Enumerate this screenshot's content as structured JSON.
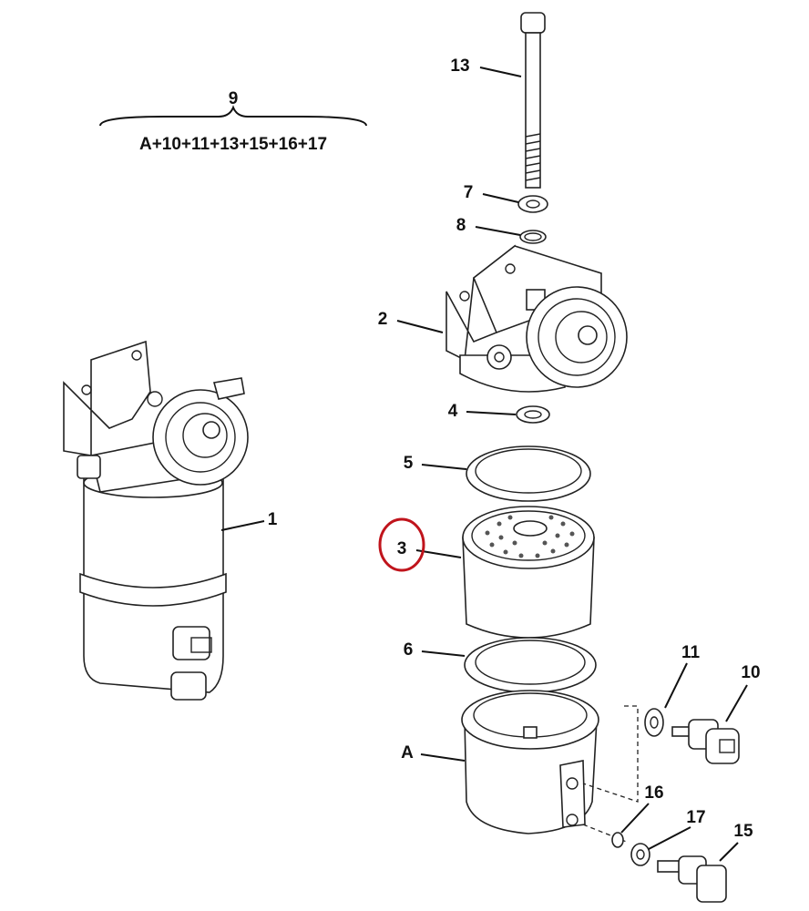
{
  "diagram": {
    "title_number": "9",
    "kit_formula": "A+10+11+13+15+16+17",
    "highlight_color": "#c0141c",
    "highlighted_part": "3",
    "labels": {
      "p1": "1",
      "p2": "2",
      "p3": "3",
      "p4": "4",
      "p5": "5",
      "p6": "6",
      "p7": "7",
      "p8": "8",
      "p10": "10",
      "p11": "11",
      "p13": "13",
      "p15": "15",
      "p16": "16",
      "p17": "17",
      "pA": "A"
    }
  }
}
